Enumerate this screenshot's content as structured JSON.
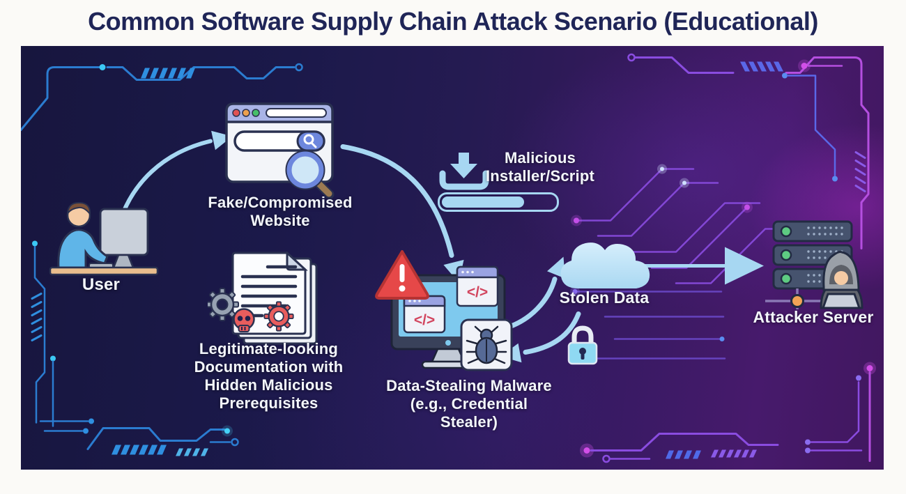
{
  "title": "Common Software Supply Chain Attack Scenario (Educational)",
  "colors": {
    "title_text": "#1f2557",
    "panel_navy": "#1b194a",
    "panel_purple": "#471a6c",
    "arrow_blue": "#a7d7f2",
    "label_text": "#f3f6fb",
    "circuit_blue": "#2b7cd0",
    "circuit_cyan": "#3cc8f4",
    "circuit_purple": "#8a4ce0",
    "alert_red": "#e64848",
    "skull_red": "#e85d5d",
    "led_green": "#5ecb82",
    "node_orange": "#f2a356"
  },
  "nodes": {
    "user": {
      "label": "User",
      "icon": "person-at-computer-icon"
    },
    "fake_website": {
      "label": [
        "Fake/Compromised",
        "Website"
      ],
      "icon": "browser-window-icon"
    },
    "malicious_installer": {
      "label": [
        "Malicious",
        "Installer/Script"
      ],
      "icon": "download-icon",
      "progress_percent": 70
    },
    "documentation": {
      "label": [
        "Legitimate-looking",
        "Documentation with",
        "Hidden Malicious",
        "Prerequisites"
      ],
      "icon": "documents-skull-gears-icon"
    },
    "malware": {
      "label": [
        "Data-Stealing Malware",
        "(e.g., Credential",
        "Stealer)"
      ],
      "icon": "infected-monitor-bug-icon"
    },
    "stolen_data": {
      "label": "Stolen Data",
      "icon": "cloud-icon",
      "secondary_icon": "padlock-icon"
    },
    "attacker_server": {
      "label": "Attacker Server",
      "icon": "server-rack-hacker-icon"
    }
  },
  "edges": [
    {
      "from": "user",
      "to": "fake_website"
    },
    {
      "from": "fake_website",
      "to": "malware"
    },
    {
      "from": "malware",
      "to": "stolen_data"
    },
    {
      "from": "stolen_data",
      "to": "attacker_server"
    },
    {
      "from": "padlock",
      "to": "malware"
    }
  ]
}
